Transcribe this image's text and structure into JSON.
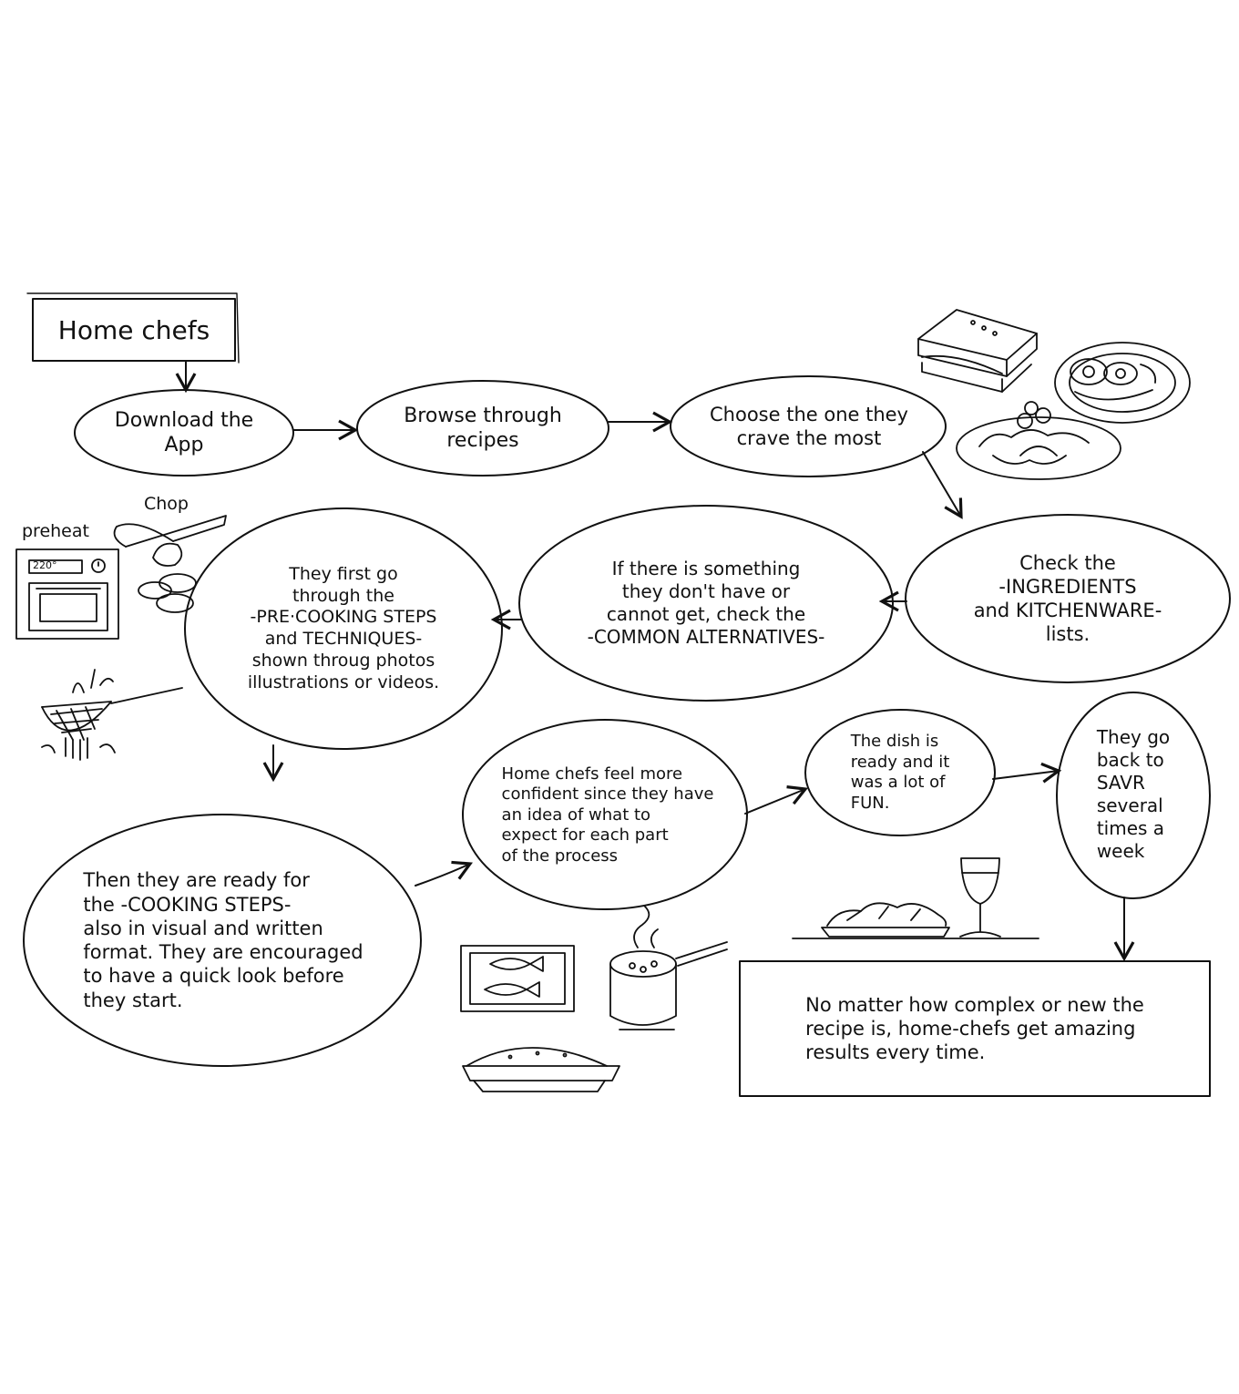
{
  "diagram": {
    "start_box": "Home chefs",
    "steps": {
      "download": "Download the\nApp",
      "browse": "Browse through\nrecipes",
      "choose": "Choose the one they\ncrave the most",
      "check": "Check the\n-INGREDIENTS\nand KITCHENWARE-\nlists.",
      "alternatives": "If there is something\nthey don't have or\ncannot get, check the\n-COMMON ALTERNATIVES-",
      "precooking": "They first go\nthrough the\n-PRE·COOKING STEPS\nand TECHNIQUES-\nshown throug photos\nillustrations or videos.",
      "cooking": "Then they are ready for\nthe -COOKING STEPS-\nalso in visual and written\nformat. They are encouraged\nto have a quick look before\nthey start.",
      "confident": "Home chefs feel more\nconfident since they have\nan idea of what to\nexpect for each part\nof the process",
      "dish_ready": "The dish is\nready and it\nwas a lot of\nFUN.",
      "go_back": "They go\nback to\nSAVR\nseveral\ntimes a\nweek"
    },
    "end_box": "No matter how complex or new the\nrecipe is, home-chefs get amazing\nresults every time.",
    "illustration_labels": {
      "chop": "Chop",
      "preheat": "preheat",
      "oven_display": "220°"
    }
  },
  "icons": [
    "sandwich-icon",
    "eggs-plate-icon",
    "pasta-plate-icon",
    "knife-chopping-icon",
    "oven-icon",
    "strainer-icon",
    "fish-tray-icon",
    "pot-icon",
    "casserole-icon",
    "salad-plate-icon",
    "wine-glass-icon"
  ],
  "colors": {
    "ink": "#111111",
    "background": "#ffffff"
  }
}
